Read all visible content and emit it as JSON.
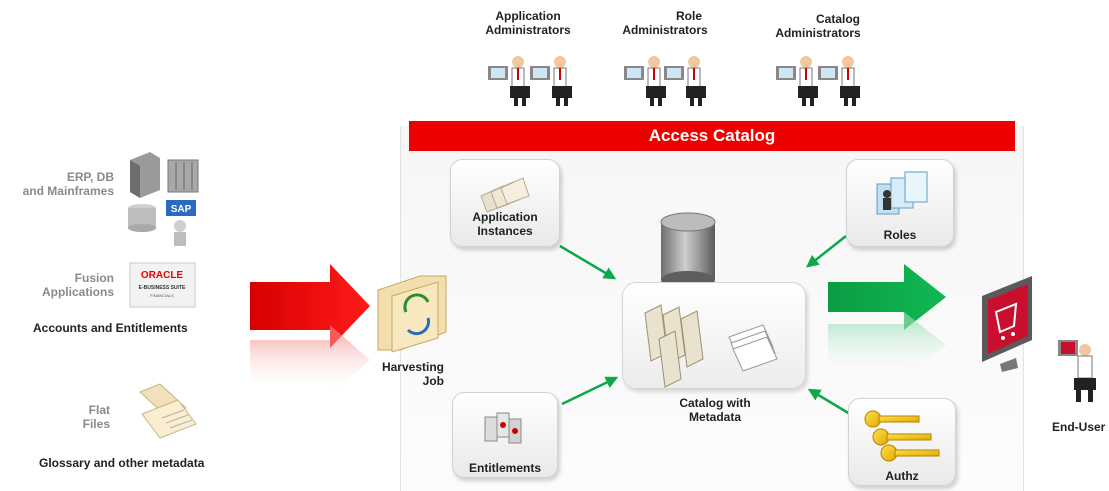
{
  "admins": {
    "app": [
      "Application",
      "Administrators"
    ],
    "role": [
      "Role",
      "Administrators"
    ],
    "catalog": [
      "Catalog",
      "Administrators"
    ]
  },
  "banner": {
    "title": "Access Catalog"
  },
  "sources": {
    "erp": [
      "ERP, DB",
      "and Mainframes"
    ],
    "fusion": [
      "Fusion",
      "Applications"
    ],
    "oracle_logo": [
      "ORACLE",
      "E-BUSINESS SUITE",
      "FINANCIALS"
    ],
    "sap_logo": "SAP",
    "accounts_label": "Accounts and Entitlements",
    "flat": [
      "Flat",
      "Files"
    ],
    "glossary_label": "Glossary and other metadata"
  },
  "harvest": [
    "Harvesting",
    "Job"
  ],
  "tiles": {
    "app_instances": [
      "Application",
      "Instances"
    ],
    "roles": "Roles",
    "entitlements": "Entitlements",
    "authz": "Authz"
  },
  "catalog": [
    "Catalog with",
    "Metadata"
  ],
  "end_user": "End-User",
  "colors": {
    "brand_red": "#ee0000",
    "arrow_green": "#0ca84a",
    "tile_border": "#d2d2d2"
  }
}
